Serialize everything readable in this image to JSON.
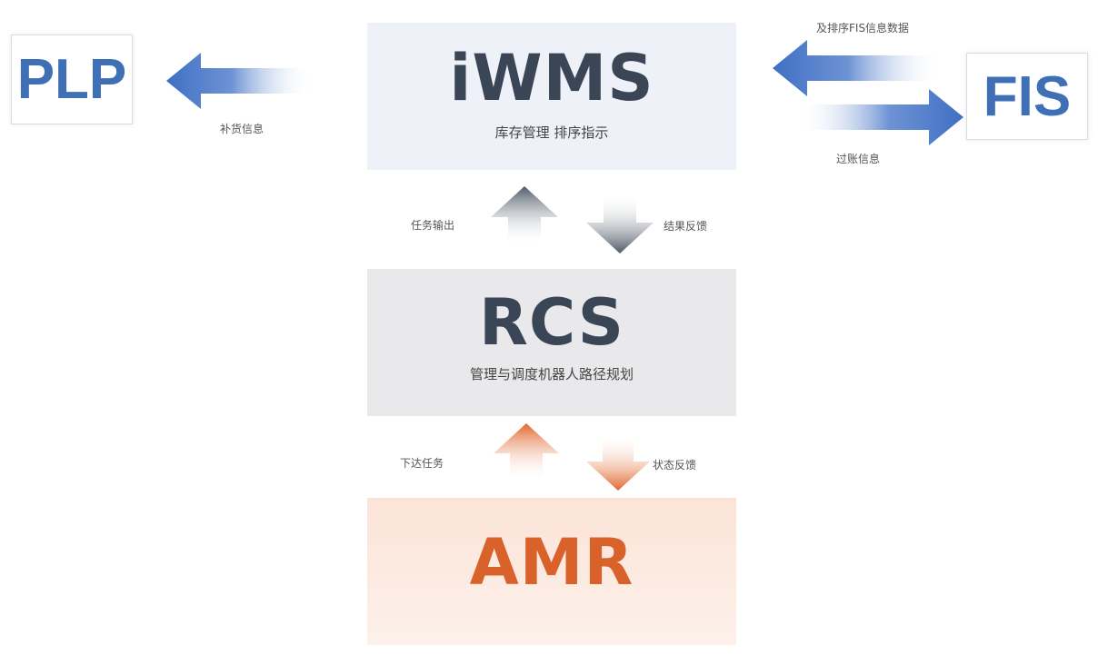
{
  "plp": {
    "label": "PLP",
    "arrow_label": "补货信息"
  },
  "fis": {
    "label": "FIS",
    "in_label": "及排序FIS信息数据",
    "out_label": "过账信息"
  },
  "iwms": {
    "title": "iWMS",
    "subtitle": "库存管理 排序指示"
  },
  "rcs": {
    "title": "RCS",
    "subtitle": "管理与调度机器人路径规划",
    "up_label": "任务输出",
    "down_label": "结果反馈"
  },
  "amr": {
    "title": "AMR",
    "up_label": "下达任务",
    "down_label": "状态反馈"
  },
  "colors": {
    "blue": "#3f6fb5",
    "dark": "#3a4656",
    "orange": "#d9622b"
  }
}
